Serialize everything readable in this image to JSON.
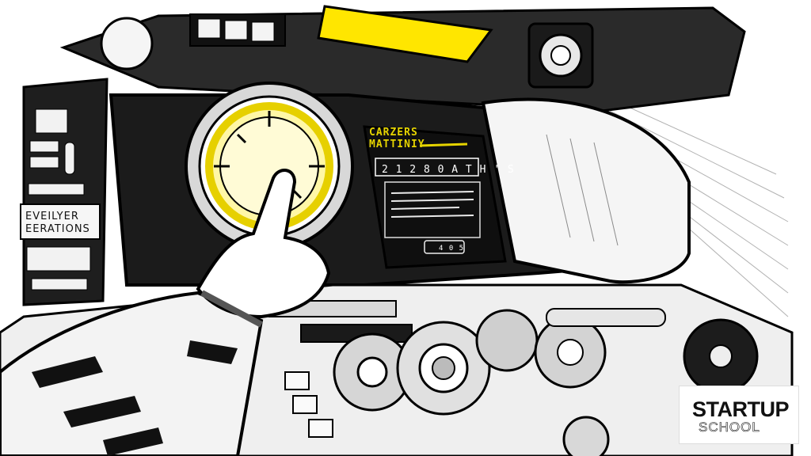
{
  "scene": {
    "screen": {
      "title_line1": "CARZERS",
      "title_line2": "MATTINIY",
      "readout": "2 1 2 8 0 A T H ' S",
      "footer": "4 0 5"
    },
    "side_panel": {
      "label_line1": "EVEILYER",
      "label_line2": "EERATIONS"
    },
    "logo": {
      "main": "STARTUP",
      "sub": "SCHOOL"
    }
  },
  "colors": {
    "accent_yellow": "#ffe600",
    "ink": "#111111",
    "panel_dark": "#1a1a1a",
    "paper": "#ffffff"
  },
  "icons": [
    "dial-crosshair-icon",
    "gear-icon",
    "fan-icon",
    "mug-icon"
  ]
}
